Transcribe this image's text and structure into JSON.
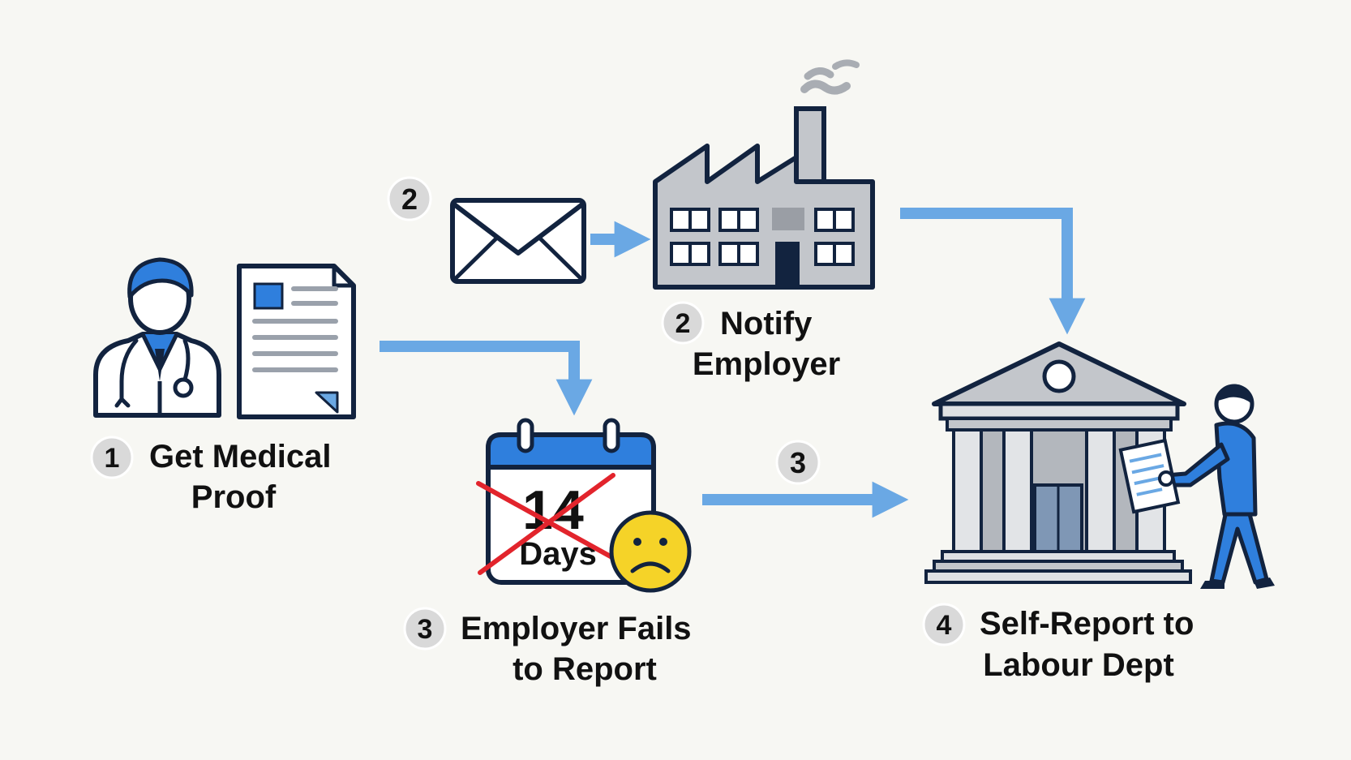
{
  "steps": {
    "step1": {
      "number": "1",
      "line1": "Get Medical",
      "line2": "Proof"
    },
    "step2": {
      "number": "2",
      "line1": "Notify",
      "line2": "Employer"
    },
    "step3": {
      "number": "3",
      "line1": "Employer Fails",
      "line2": "to Report"
    },
    "step4": {
      "number": "4",
      "line1": "Self-Report to",
      "line2": "Labour Dept"
    }
  },
  "connectors": {
    "email_badge": "2",
    "escalation_badge": "3"
  },
  "calendar": {
    "number": "14",
    "unit": "Days"
  },
  "colors": {
    "background": "#f7f7f3",
    "accent_blue": "#2f7fdd",
    "arrow_blue": "#6aa8e4",
    "outline_navy": "#12233f",
    "building_gray": "#c3c6cb",
    "badge_gray": "#d9d9d9",
    "cross_red": "#e2242c",
    "sad_yellow": "#f5d328"
  }
}
